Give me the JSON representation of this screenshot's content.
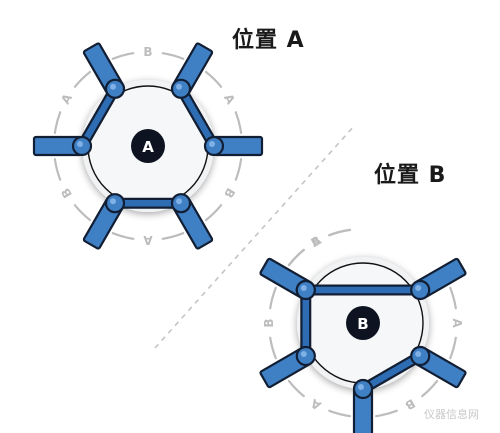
{
  "captions": {
    "position_a": "位置 A",
    "position_b": "位置 B"
  },
  "valves": [
    {
      "center_label": "A",
      "ring_labels": [
        "B",
        "A",
        "B",
        "A",
        "B",
        "A"
      ]
    },
    {
      "center_label": "B",
      "ring_labels": [
        "B",
        "A",
        "B",
        "A",
        "B",
        "A"
      ]
    }
  ],
  "watermark": "仪器信息网",
  "colors": {
    "port_fill": "#3f7fc4",
    "port_stroke": "#111e33",
    "channel": "#2e6db4",
    "center_badge": "#0d1321",
    "ring_text": "#bdbdbd",
    "divider": "#c4c4c4"
  }
}
